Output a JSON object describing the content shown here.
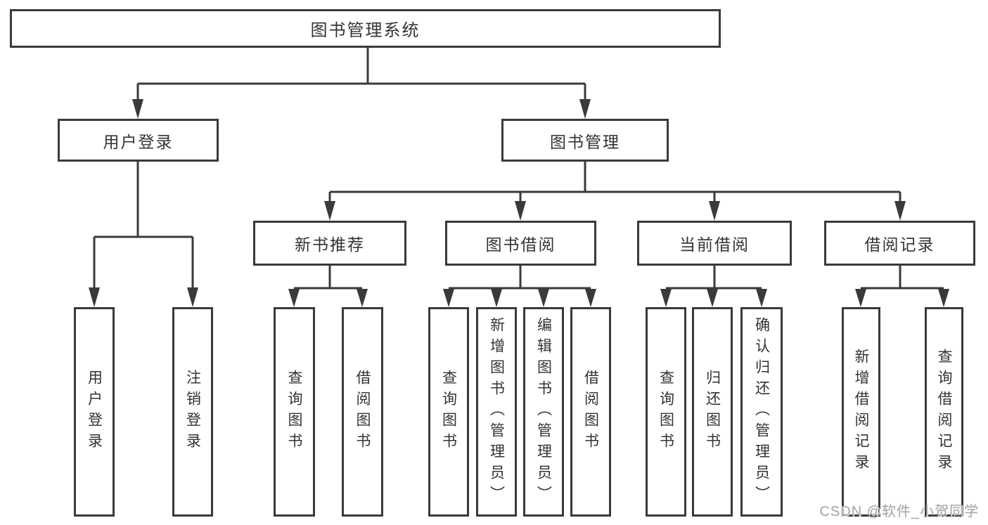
{
  "diagram": {
    "watermark": "CSDN @软件_小贺同学",
    "colors": {
      "line": "#3a3a3a",
      "text": "#333333",
      "watermark": "#a8a8a8",
      "background": "#ffffff"
    },
    "tree": {
      "root": {
        "label": "图书管理系统"
      },
      "user_login": {
        "label": "用户登录",
        "children": [
          {
            "label": "用户登录"
          },
          {
            "label": "注销登录"
          }
        ]
      },
      "book_mgmt": {
        "label": "图书管理",
        "children": [
          {
            "label": "新书推荐",
            "children": [
              {
                "label": "查询图书"
              },
              {
                "label": "借阅图书"
              }
            ]
          },
          {
            "label": "图书借阅",
            "children": [
              {
                "label": "查询图书"
              },
              {
                "label": "新增图书（管理员）"
              },
              {
                "label": "编辑图书（管理员）"
              },
              {
                "label": "借阅图书"
              }
            ]
          },
          {
            "label": "当前借阅",
            "children": [
              {
                "label": "查询图书"
              },
              {
                "label": "归还图书"
              },
              {
                "label": "确认归还（管理员）"
              }
            ]
          },
          {
            "label": "借阅记录",
            "children": [
              {
                "label": "新增借阅记录"
              },
              {
                "label": "查询借阅记录"
              }
            ]
          }
        ]
      }
    }
  }
}
